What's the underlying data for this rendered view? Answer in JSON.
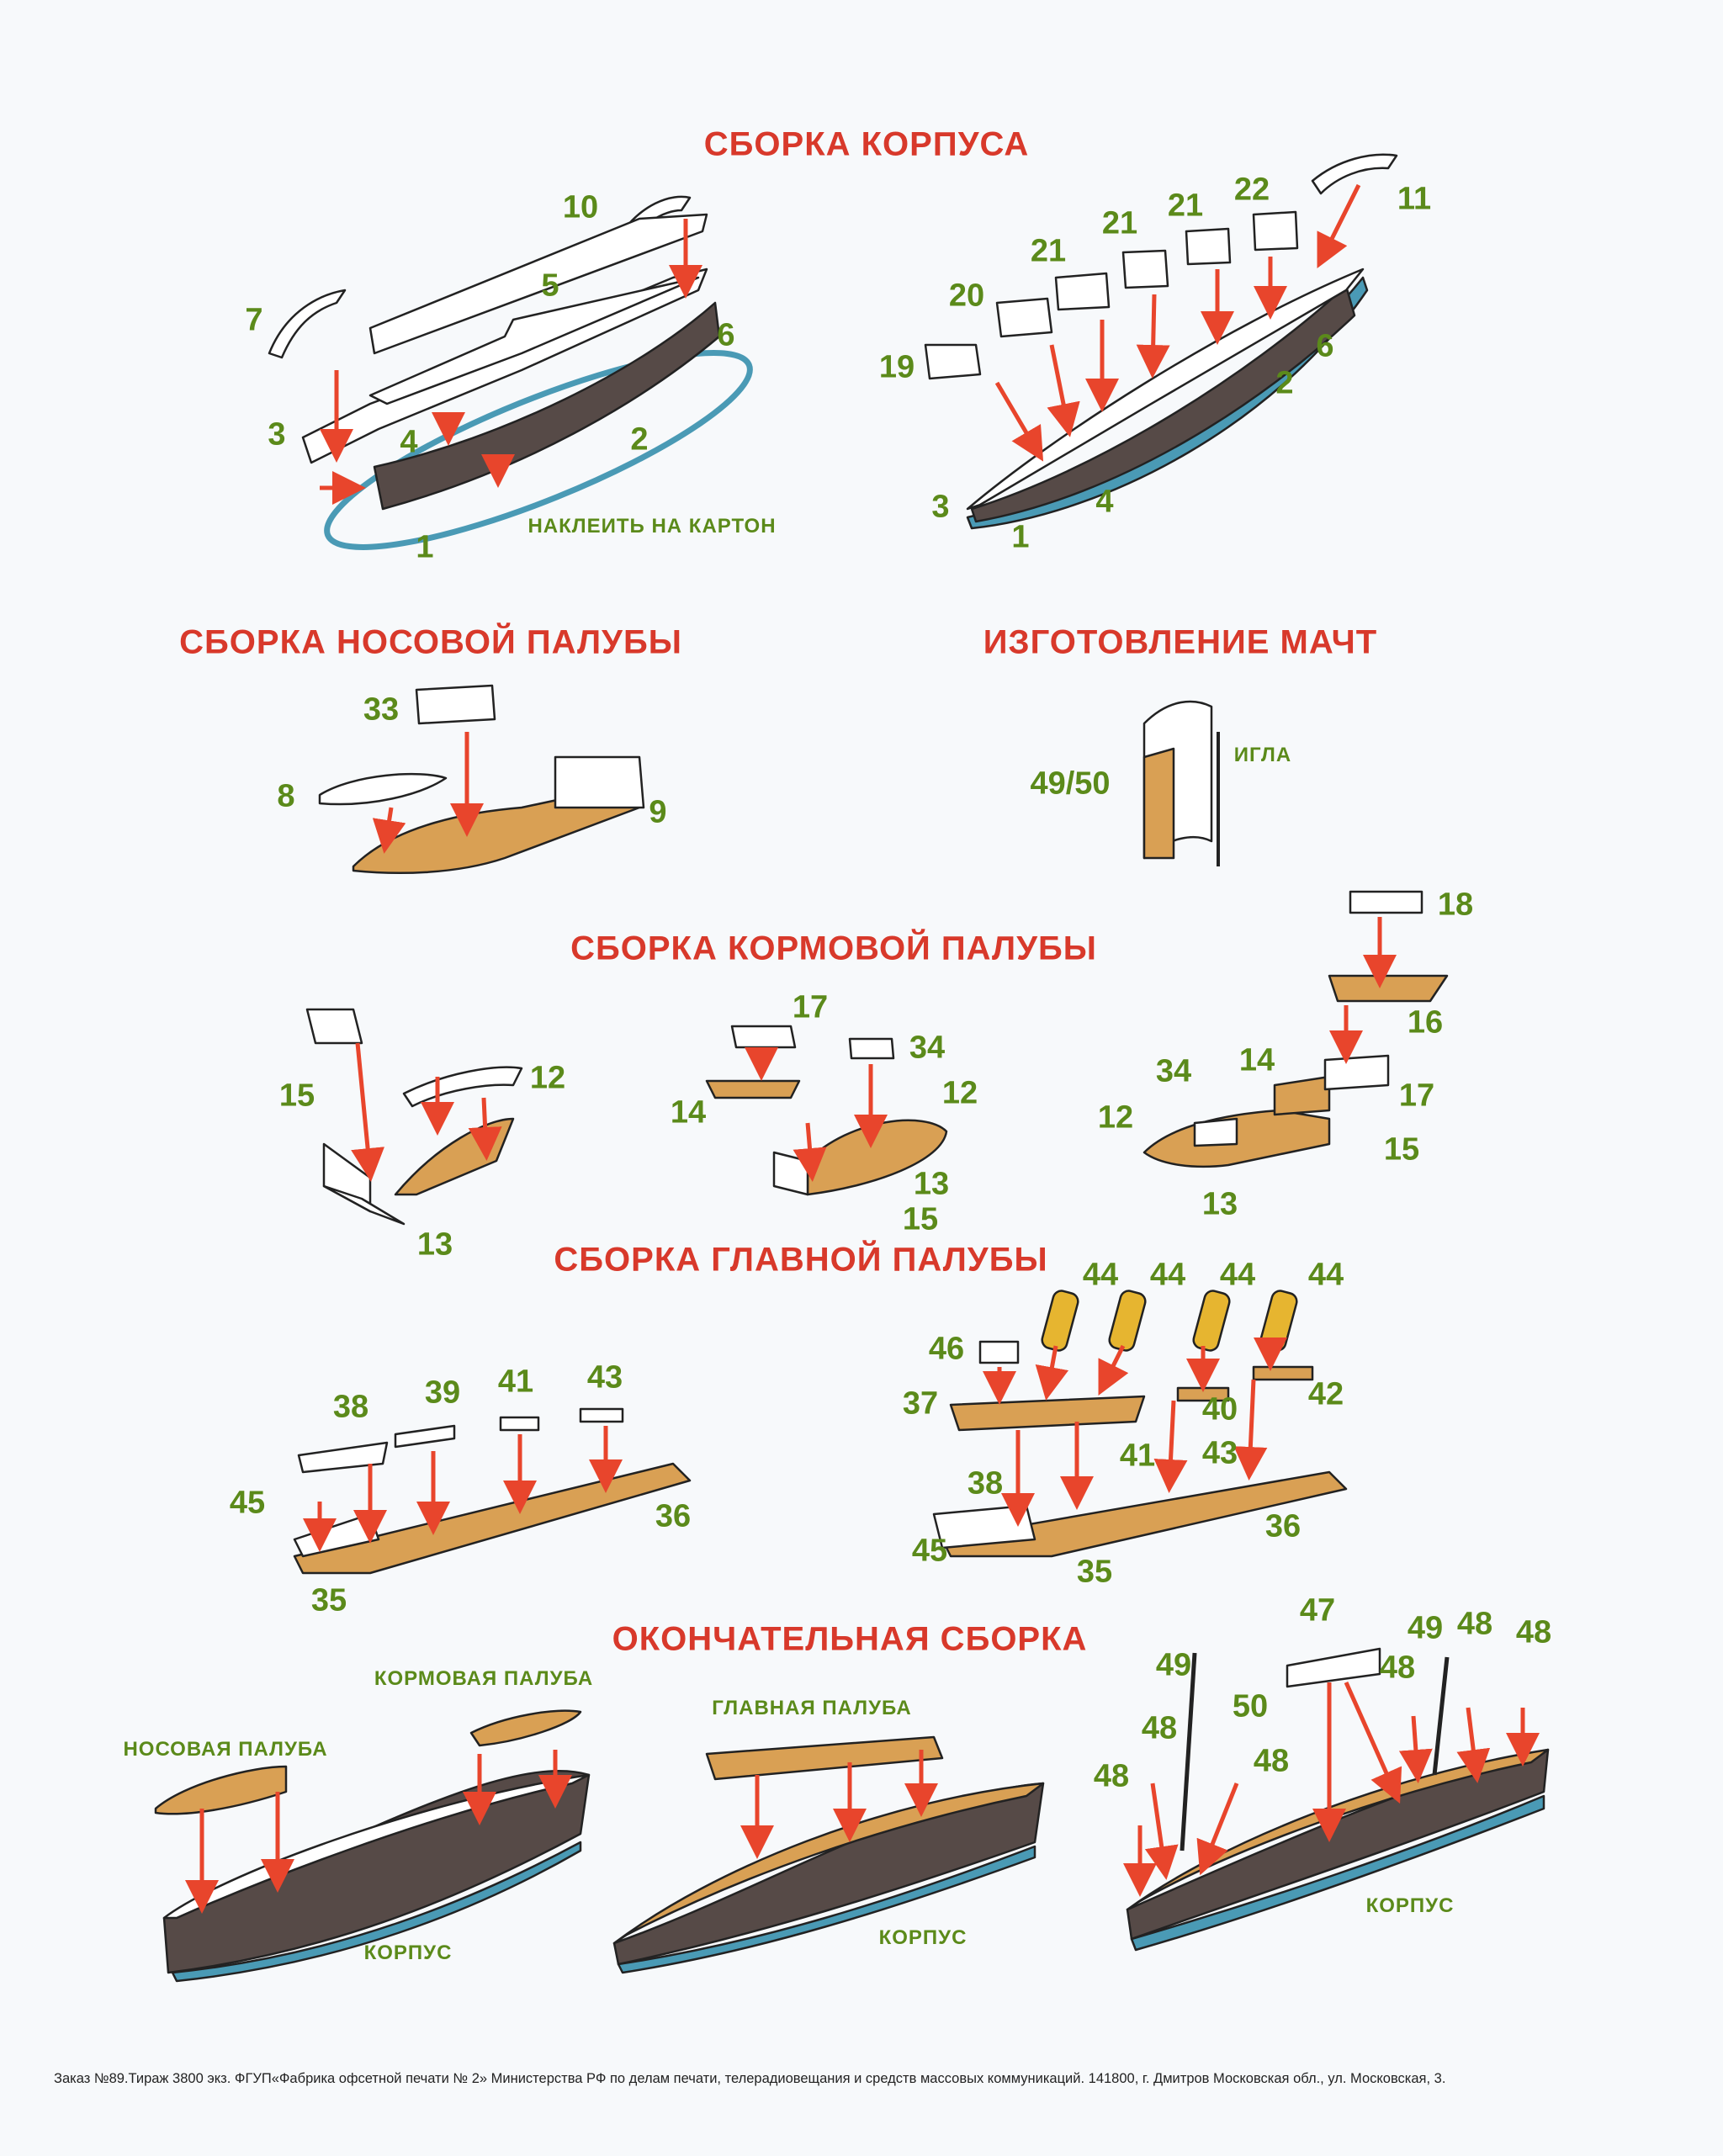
{
  "colors": {
    "title": "#d8392b",
    "number": "#5b8a1a",
    "arrow": "#e8452c",
    "hull": "#564a47",
    "waterline": "#4a9ab5",
    "deck": "#d9a054"
  },
  "sections": {
    "hull": {
      "title": "СБОРКА КОРПУСА",
      "glue_note": "НАКЛЕИТЬ НА КАРТОН",
      "left_parts": [
        "10",
        "5",
        "6",
        "7",
        "3",
        "4",
        "2",
        "1"
      ],
      "right_parts": [
        "11",
        "22",
        "21",
        "21",
        "21",
        "20",
        "19",
        "6",
        "2",
        "4",
        "3",
        "1"
      ]
    },
    "bow_deck": {
      "title": "СБОРКА НОСОВОЙ ПАЛУБЫ",
      "parts": [
        "33",
        "8",
        "9"
      ]
    },
    "masts": {
      "title": "ИЗГОТОВЛЕНИЕ МАЧТ",
      "part": "49/50",
      "needle": "ИГЛА"
    },
    "stern_deck": {
      "title": "СБОРКА КОРМОВОЙ ПАЛУБЫ",
      "step1": [
        "15",
        "12",
        "13"
      ],
      "step2": [
        "17",
        "34",
        "14",
        "12",
        "13",
        "15"
      ],
      "step3": [
        "18",
        "16",
        "14",
        "34",
        "17",
        "12",
        "15",
        "13"
      ]
    },
    "main_deck": {
      "title": "СБОРКА ГЛАВНОЙ ПАЛУБЫ",
      "left_parts": [
        "38",
        "39",
        "41",
        "43",
        "45",
        "36",
        "35"
      ],
      "right_parts": [
        "44",
        "44",
        "44",
        "44",
        "46",
        "37",
        "40",
        "42",
        "38",
        "41",
        "43",
        "45",
        "36",
        "35"
      ]
    },
    "final": {
      "title": "ОКОНЧАТЕЛЬНАЯ СБОРКА",
      "stern_deck": "КОРМОВАЯ ПАЛУБА",
      "bow_deck": "НОСОВАЯ ПАЛУБА",
      "main_deck": "ГЛАВНАЯ ПАЛУБА",
      "hull": "КОРПУС",
      "parts": [
        "47",
        "49",
        "48",
        "48",
        "48",
        "49",
        "50",
        "48",
        "48",
        "48"
      ]
    }
  },
  "footer": "Заказ №89.Тираж 3800 экз. ФГУП«Фабрика офсетной печати № 2» Министерства РФ по делам печати, телерадиовещания и средств массовых коммуникаций. 141800, г. Дмитров Московская обл., ул. Московская, 3."
}
